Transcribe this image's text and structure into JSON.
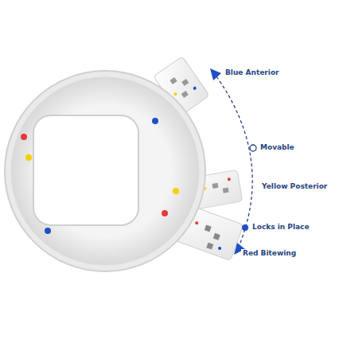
{
  "diagram": {
    "labels": [
      "Blue Anterior",
      "Movable",
      "Yellow Posterior",
      "Locks in Place",
      "Red Bitewing"
    ]
  }
}
